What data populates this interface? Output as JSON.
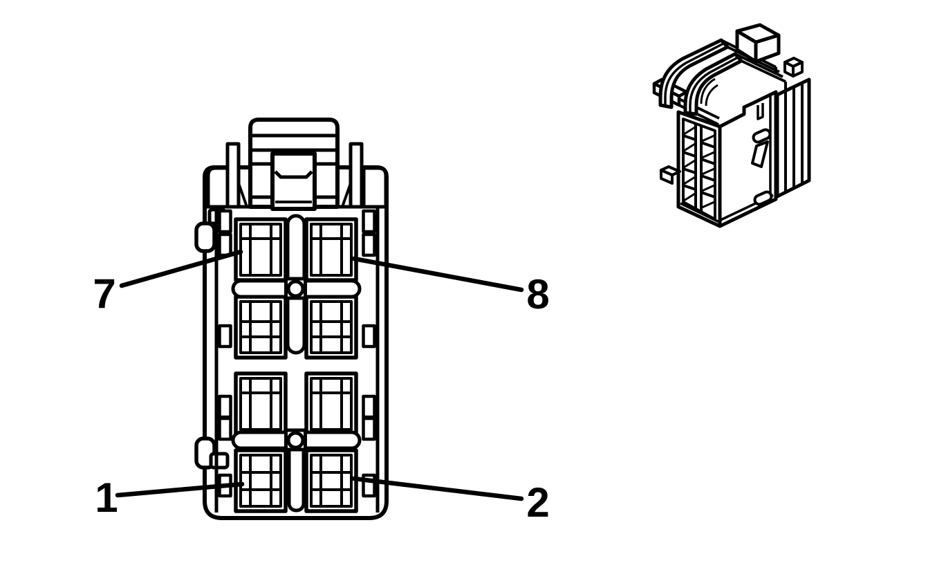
{
  "figure": {
    "background_color": "#ffffff",
    "line_color": "#000000",
    "views": [
      {
        "name": "connector-front-view"
      },
      {
        "name": "connector-isometric-view"
      }
    ],
    "callouts": [
      {
        "label": "7"
      },
      {
        "label": "8"
      },
      {
        "label": "1"
      },
      {
        "label": "2"
      }
    ]
  }
}
